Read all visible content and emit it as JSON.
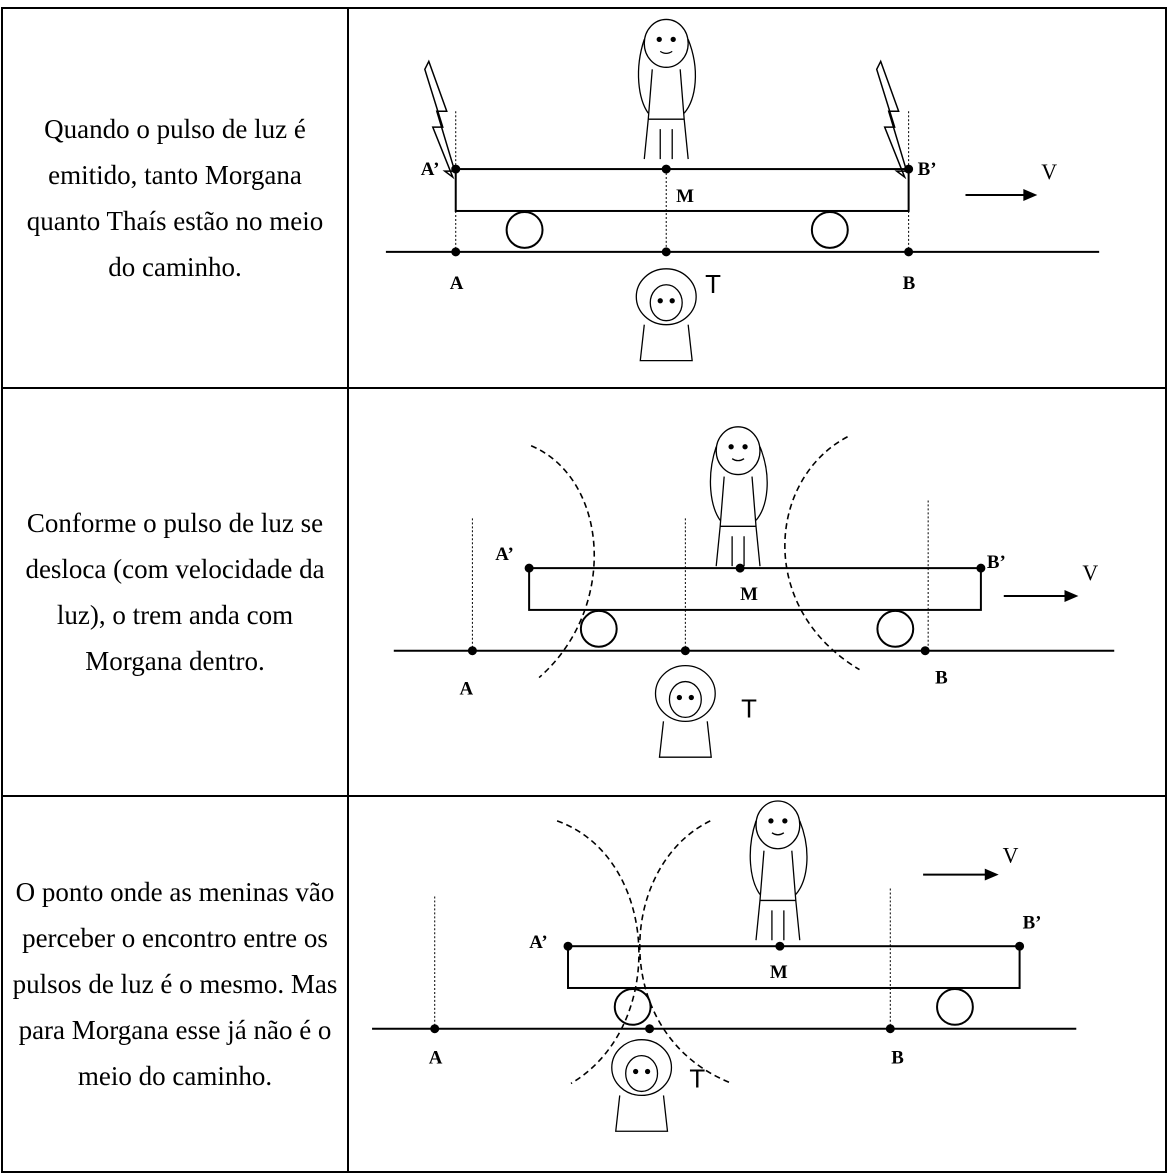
{
  "rows": [
    {
      "text": "Quando o pulso de luz é emitido, tanto Morgana quanto Thaís estão no meio do caminho.",
      "labels": {
        "a_prime": "A’",
        "b_prime": "B’",
        "m": "M",
        "a": "A",
        "b": "B",
        "t": "T",
        "v": "V"
      }
    },
    {
      "text": "Conforme o pulso de luz se desloca (com velocidade da luz), o trem anda com Morgana dentro.",
      "labels": {
        "a_prime": "A’",
        "b_prime": "B’",
        "m": "M",
        "a": "A",
        "b": "B",
        "t": "T",
        "v": "V"
      }
    },
    {
      "text": "O ponto onde as meninas vão perceber o encontro entre os pulsos de luz é o mesmo. Mas para Morgana esse já não é o meio do caminho.",
      "labels": {
        "a_prime": "A’",
        "b_prime": "B’",
        "m": "M",
        "a": "A",
        "b": "B",
        "t": "T",
        "v": "V"
      }
    }
  ],
  "icons": [
    "lightning-icon",
    "morgana-figure",
    "thais-figure",
    "light-pulse-wavefront",
    "velocity-arrow"
  ]
}
